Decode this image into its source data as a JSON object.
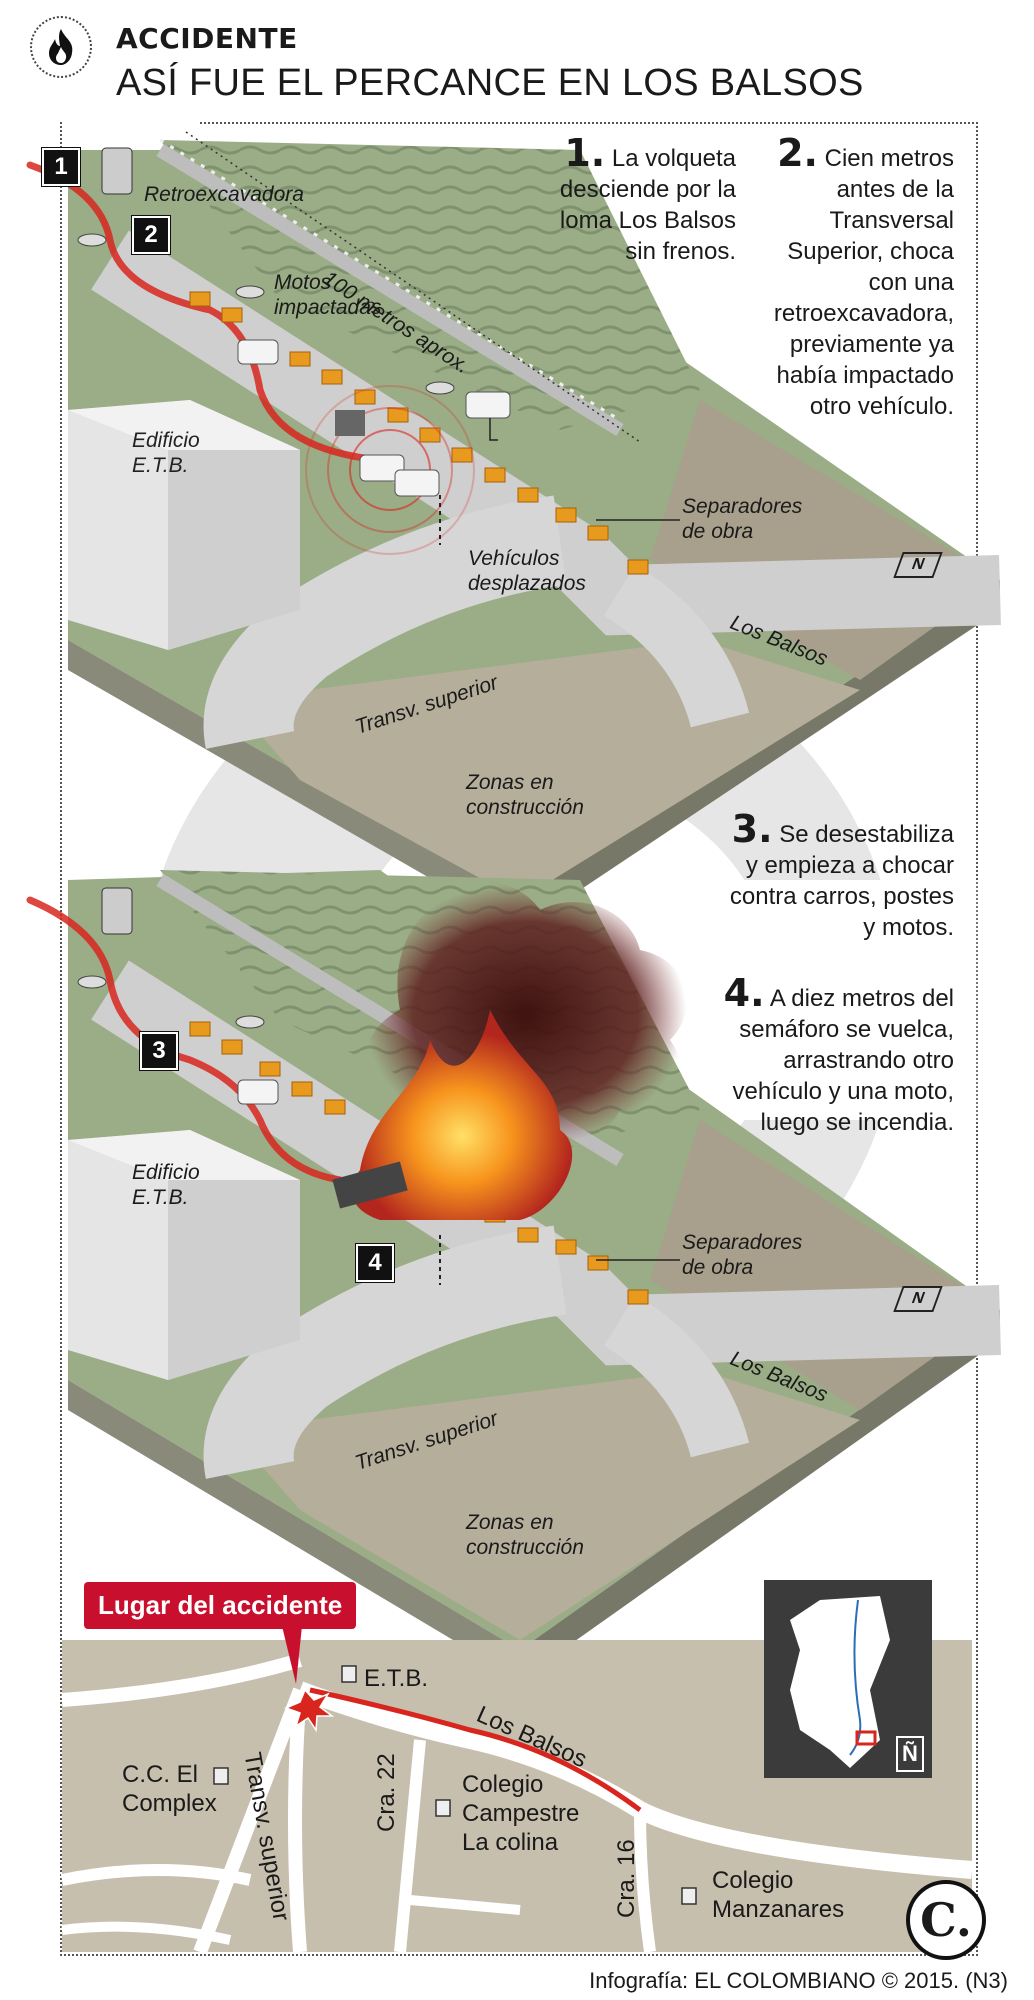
{
  "header": {
    "kicker": "ACCIDENTE",
    "headline": "ASÍ FUE EL PERCANCE EN LOS BALSOS",
    "icon": "fire-icon"
  },
  "steps": [
    {
      "num": "1.",
      "text": "La volqueta desciende por la loma Los Balsos sin frenos."
    },
    {
      "num": "2.",
      "text": "Cien metros antes de la Transversal Superior, choca con una retroexcavadora, previamente ya había impactado otro vehículo."
    },
    {
      "num": "3.",
      "text": "Se desestabiliza y empieza a chocar contra carros, postes y motos."
    },
    {
      "num": "4.",
      "text": "A diez metros del semáforo se vuelca, arrastrando otro vehículo y una moto, luego se incendia."
    }
  ],
  "scene1": {
    "markers": [
      "1",
      "2"
    ],
    "labels": {
      "retro": "Retroexcavadora",
      "distance": "100 metros aprox.",
      "motos": "Motos impactadas",
      "edificio": "Edificio E.T.B.",
      "separadores": "Separadores de obra",
      "vehiculos": "Vehículos desplazados",
      "balsos": "Los Balsos",
      "transv": "Transv. superior",
      "zonas": "Zonas en construcción",
      "north": "N"
    }
  },
  "scene2": {
    "markers": [
      "3",
      "4"
    ],
    "labels": {
      "edificio": "Edificio E.T.B.",
      "separadores": "Separadores de obra",
      "balsos": "Los Balsos",
      "transv": "Transv. superior",
      "zonas": "Zonas en construcción",
      "north": "N"
    }
  },
  "map": {
    "callout": "Lugar del accidente",
    "labels": {
      "etb": "E.T.B.",
      "balsos": "Los Balsos",
      "ccel": "C.C. El Complex",
      "transv": "Transv. superior",
      "cra22": "Cra. 22",
      "campestre": "Colegio Campestre La colina",
      "cra16": "Cra. 16",
      "manzanares": "Colegio Manzanares"
    },
    "inset_north": "Ñ"
  },
  "footer": {
    "credit": "Infografía: EL COLOMBIANO © 2015. (N3)",
    "logo": "C."
  },
  "colors": {
    "accent": "#c8102e",
    "road": "#c9c9c9",
    "terrain": "#8fa57a",
    "barrier": "#e89a1e",
    "map_bg": "#c7bfae"
  }
}
